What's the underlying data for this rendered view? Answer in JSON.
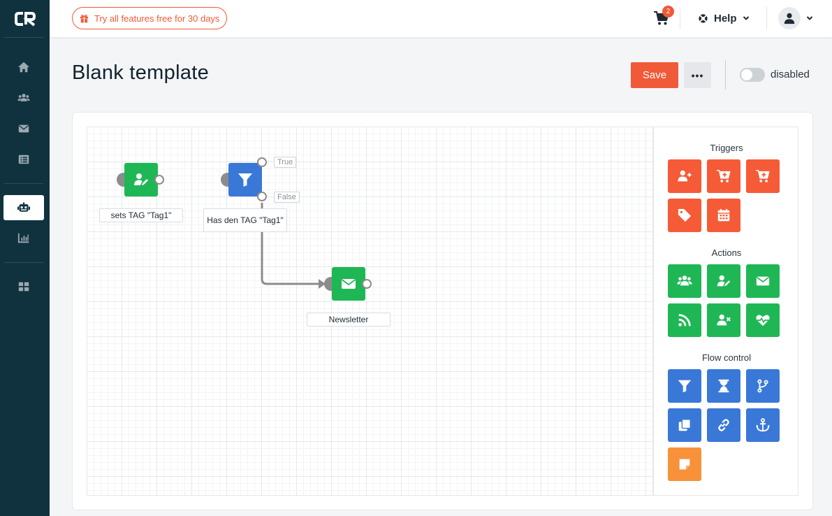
{
  "brand": {
    "logo_text": "CR",
    "accent": "#f05a38",
    "sidebar_bg": "#10323f"
  },
  "sidebar": {
    "items": [
      {
        "name": "home",
        "icon": "home-icon"
      },
      {
        "name": "contacts",
        "icon": "users-icon"
      },
      {
        "name": "email",
        "icon": "envelope-icon"
      },
      {
        "name": "forms",
        "icon": "list-icon"
      },
      {
        "name": "automation",
        "icon": "robot-icon",
        "active": true
      },
      {
        "name": "reports",
        "icon": "bar-chart-icon"
      },
      {
        "name": "apps",
        "icon": "grid-icon"
      }
    ]
  },
  "topbar": {
    "trial_label": "Try all features free for 30 days",
    "cart_count": "2",
    "help_label": "Help"
  },
  "page": {
    "title": "Blank template",
    "save_label": "Save",
    "more_label": "•••",
    "toggle_label": "disabled",
    "toggle_on": false
  },
  "flow": {
    "nodes": [
      {
        "id": "n1",
        "label": "sets TAG \"Tag1\"",
        "type": "action",
        "icon": "user-edit-icon",
        "color": "#1fb755"
      },
      {
        "id": "n2",
        "label": "Has den TAG \"Tag1\"",
        "type": "condition",
        "icon": "filter-icon",
        "color": "#3a78d8",
        "outputs": [
          "True",
          "False"
        ]
      },
      {
        "id": "n3",
        "label": "Newsletter",
        "type": "action",
        "icon": "envelope-icon",
        "color": "#1fb755"
      }
    ]
  },
  "palette": {
    "triggers_title": "Triggers",
    "actions_title": "Actions",
    "flow_title": "Flow control",
    "triggers": [
      "user-plus-icon",
      "cart-plus-icon",
      "cart-plus-icon",
      "tag-icon",
      "calendar-icon"
    ],
    "actions": [
      "users-icon",
      "user-edit-icon",
      "envelope-icon",
      "rss-icon",
      "user-times-icon",
      "heartbeat-icon"
    ],
    "flow_control": [
      "filter-icon",
      "hourglass-icon",
      "branch-icon",
      "copy-icon",
      "link-icon",
      "anchor-icon",
      "note-icon"
    ]
  }
}
